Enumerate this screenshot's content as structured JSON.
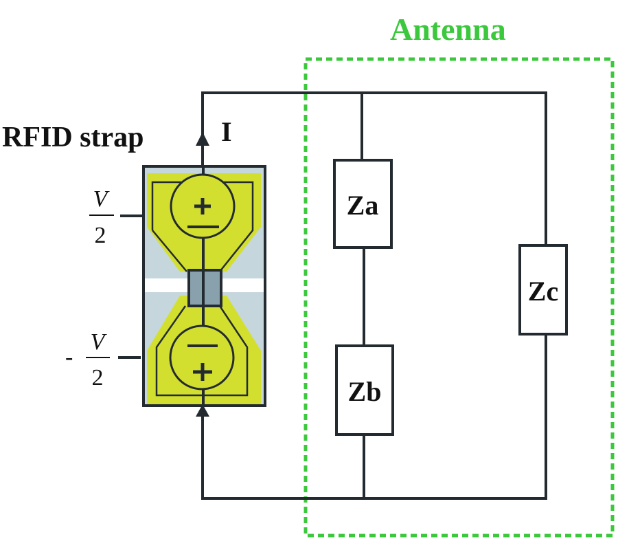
{
  "title": "Antenna",
  "strap_label": "RFID strap",
  "current_label": "I",
  "voltage_top": {
    "sign": "",
    "numerator": "V",
    "denominator": "2"
  },
  "voltage_bottom": {
    "sign": "-",
    "numerator": "V",
    "denominator": "2"
  },
  "impedances": [
    "Za",
    "Zb",
    "Zc"
  ],
  "source_symbols": {
    "top": [
      "+",
      "−"
    ],
    "bottom": [
      "−",
      "+"
    ]
  },
  "colors": {
    "antenna_box": "#3cc83c",
    "wire": "#232b31",
    "strap_pad": "#d3df2e",
    "strap_bg": "#c5d6dc",
    "chip": "#89a1ac"
  }
}
